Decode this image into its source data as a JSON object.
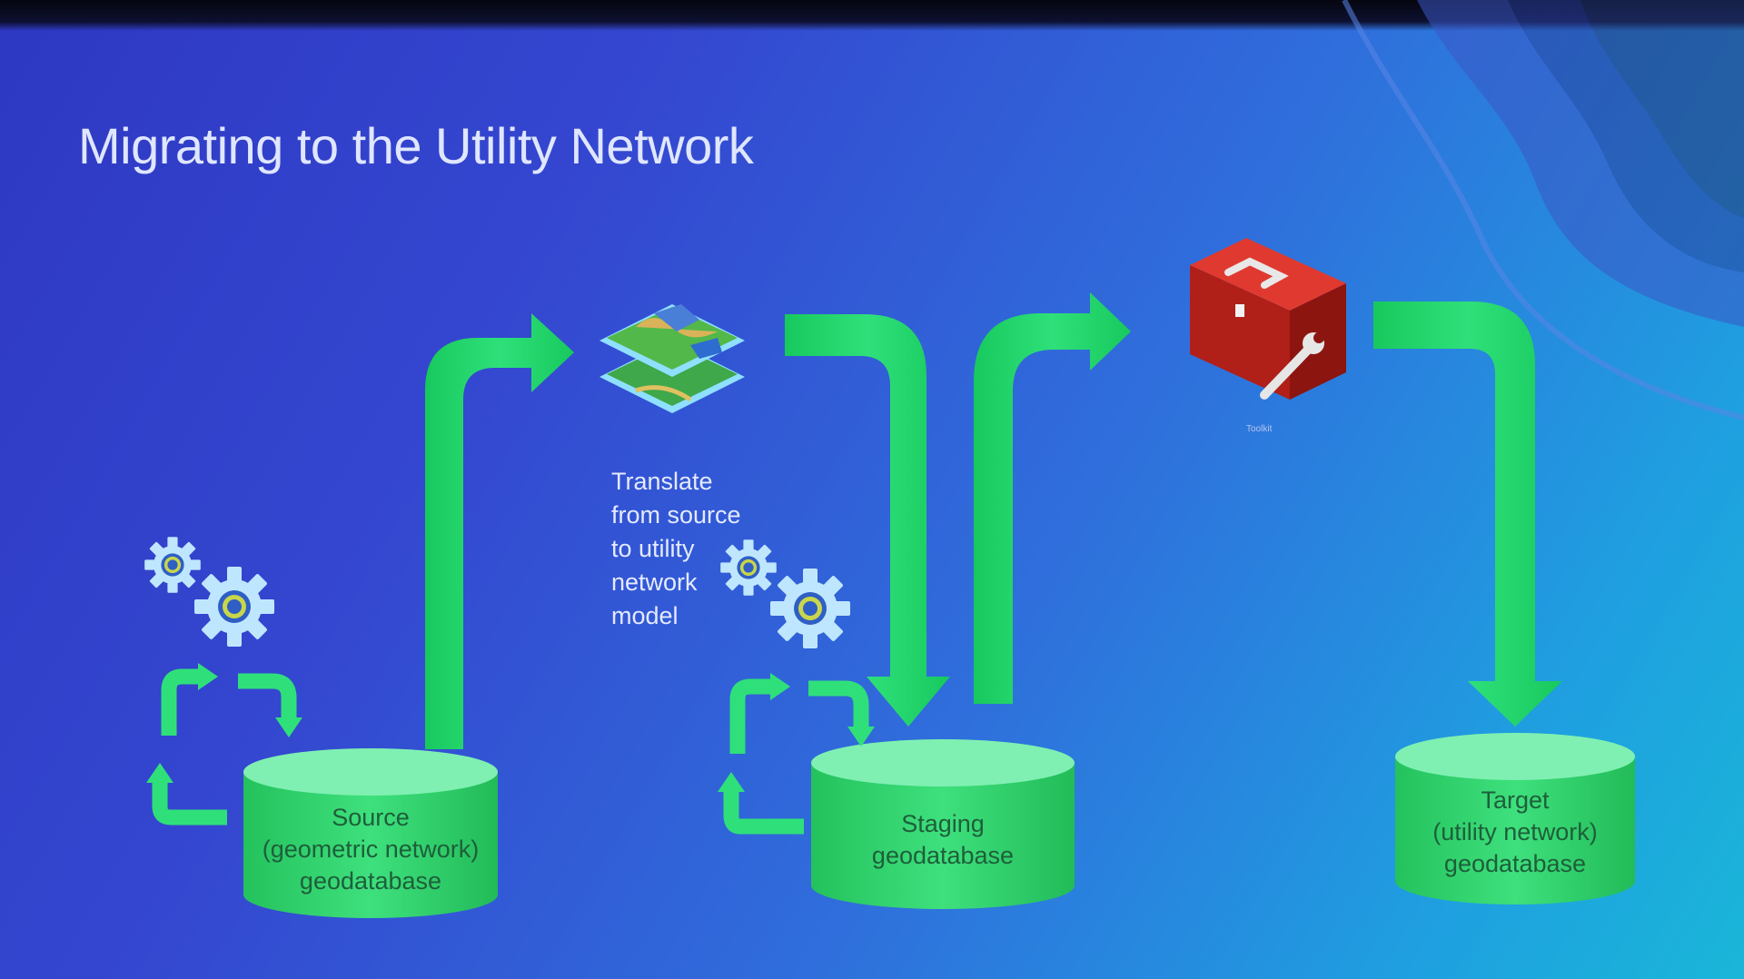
{
  "slide": {
    "title": "Migrating to the Utility Network"
  },
  "nodes": [
    {
      "id": "source",
      "lines": [
        "Source",
        "(geometric network)",
        "geodatabase"
      ]
    },
    {
      "id": "staging",
      "lines": [
        "Staging",
        "geodatabase"
      ]
    },
    {
      "id": "target",
      "lines": [
        "Target",
        "(utility network)",
        "geodatabase"
      ]
    }
  ],
  "translate_step": {
    "lines": [
      "Translate",
      "from source",
      "to utility",
      "network",
      "model"
    ]
  },
  "toolkit": {
    "label": "Toolkit"
  },
  "colors": {
    "arrow": "#22d86a",
    "cylinder": "#2ed66e",
    "gear": "#bfe6ff",
    "toolbox": "#c0231c",
    "text": "#e4eaff"
  },
  "icons": [
    "gear-icon",
    "cycle-arrows-icon",
    "map-layers-icon",
    "toolbox-icon",
    "wrench-icon",
    "database-icon",
    "flow-arrow-icon"
  ]
}
